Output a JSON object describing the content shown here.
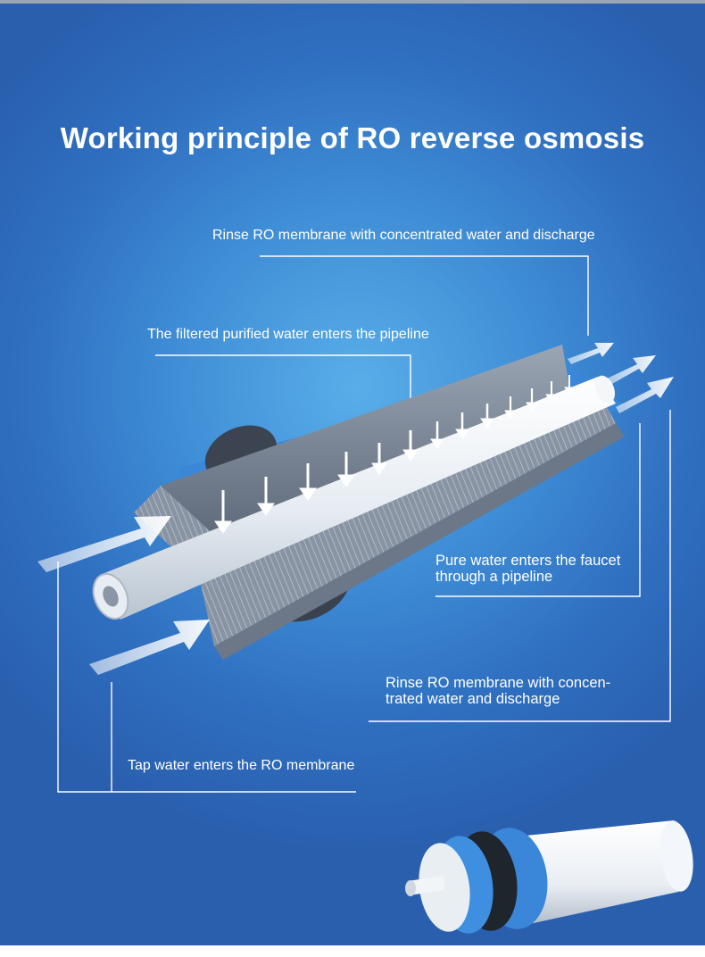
{
  "title": "Working principle of RO reverse osmosis",
  "labels": {
    "rinse_top": "Rinse RO membrane with concentrated water and discharge",
    "filtered": "The filtered purified water enters the pipeline",
    "pure_line1": "Pure water enters the faucet",
    "pure_line2": "through a pipeline",
    "rinse_mid_line1": "Rinse RO membrane with concen-",
    "rinse_mid_line2": "trated water and discharge",
    "tap": "Tap water enters the RO membrane"
  },
  "colors": {
    "background_center": "#59aee9",
    "background_edge": "#2a5fae",
    "callout_line": "#ffffff",
    "membrane_gray": "#7d8a99",
    "tube_white": "#eef3f8",
    "band_blue": "#3a86d8"
  }
}
